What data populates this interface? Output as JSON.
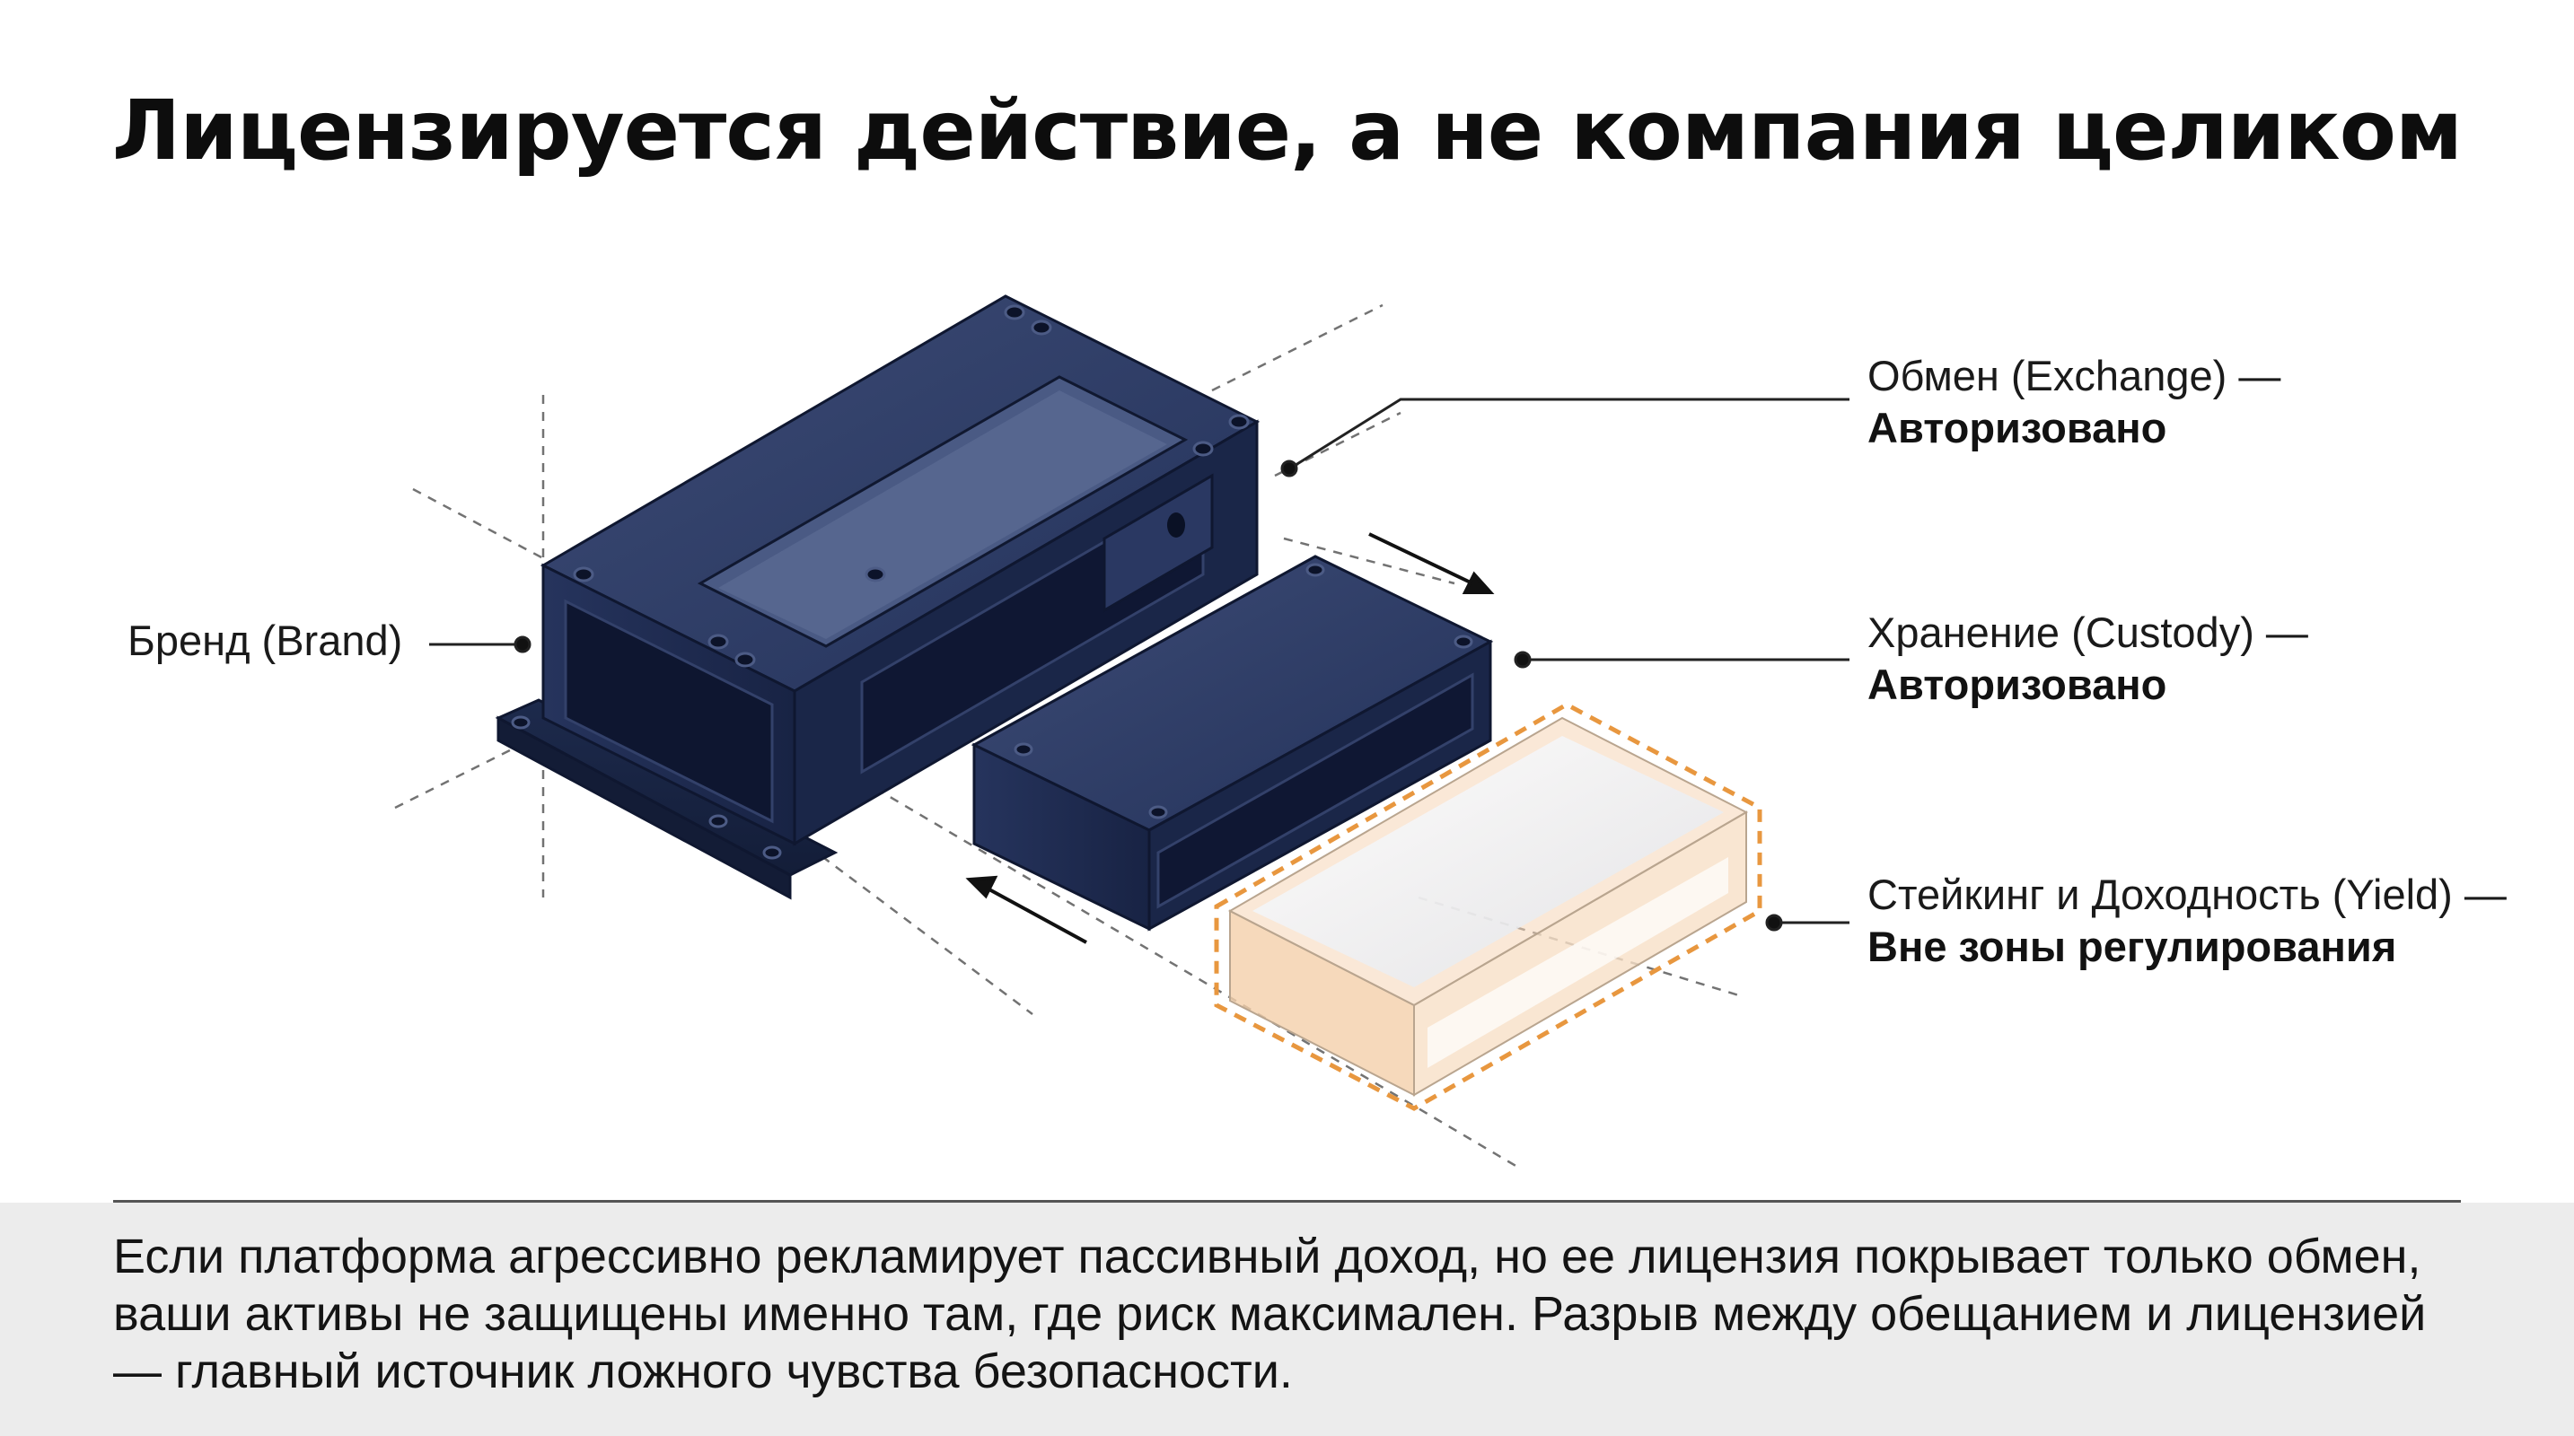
{
  "title": "Лицензируется действие, а не компания целиком",
  "labels": {
    "brand": "Бренд (Brand)",
    "exchange": {
      "name": "Обмен (Exchange) —",
      "status": "Авторизовано"
    },
    "custody": {
      "name": "Хранение (Custody) —",
      "status": "Авторизовано"
    },
    "staking": {
      "name": "Стейкинг и Доходность (Yield) —",
      "status": "Вне зоны регулирования"
    }
  },
  "note": "Если платформа агрессивно рекламирует пассивный доход, но ее лицензия покрывает только обмен, ваши активы не защищены именно там, где риск максимален. Разрыв между обещанием и лицензией — главный источник ложного чувства безопасности.",
  "colors": {
    "housing": "#1f2c4f",
    "housing_light": "#3a4a74",
    "unregulated_fill": "#f6dcc0",
    "unregulated_border": "#e8973f",
    "text": "#111111"
  }
}
